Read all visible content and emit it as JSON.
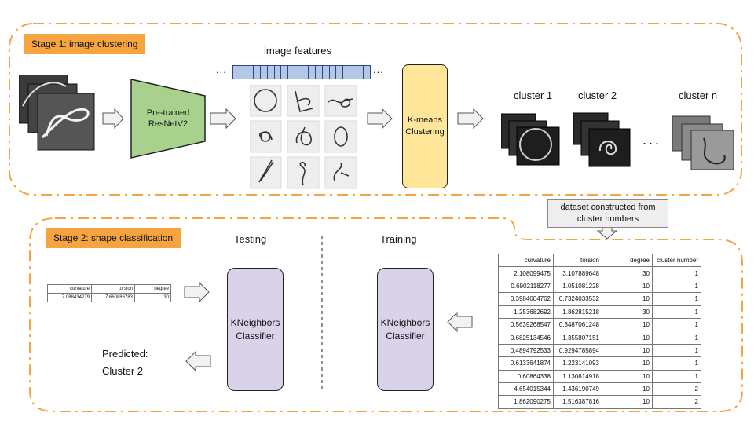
{
  "stage1": {
    "label": "Stage 1: image clustering"
  },
  "stage2": {
    "label": "Stage 2: shape classification"
  },
  "resnet": {
    "line1": "Pre-trained",
    "line2": "ResNetV2"
  },
  "features": {
    "title": "image features",
    "ellipsis": "..."
  },
  "kmeans": {
    "line1": "K-means",
    "line2": "Clustering"
  },
  "clusters": {
    "c1": "cluster 1",
    "c2": "cluster 2",
    "cn": "cluster n",
    "dots": "..."
  },
  "callout": {
    "line1": "dataset constructed from",
    "line2": "cluster numbers"
  },
  "testing": {
    "title": "Testing"
  },
  "training": {
    "title": "Training"
  },
  "knn_test": {
    "line1": "KNeighbors",
    "line2": "Classifier"
  },
  "knn_train": {
    "line1": "KNeighbors",
    "line2": "Classifier"
  },
  "predicted": {
    "line1": "Predicted:",
    "line2": "Cluster 2"
  },
  "test_table": {
    "headers": [
      "curvature",
      "torsion",
      "degree"
    ],
    "row": [
      "7.088434279",
      "7.660886783",
      "30"
    ]
  },
  "train_table": {
    "headers": [
      "curvature",
      "torsion",
      "degree",
      "cluster number"
    ],
    "rows": [
      [
        "2.108099475",
        "3.107889648",
        "30",
        "1"
      ],
      [
        "0.6902118277",
        "1.051081228",
        "10",
        "1"
      ],
      [
        "0.3984604762",
        "0.7324033532",
        "10",
        "1"
      ],
      [
        "1.253682692",
        "1.862815218",
        "30",
        "1"
      ],
      [
        "0.5639268547",
        "0.8487061248",
        "10",
        "1"
      ],
      [
        "0.6825134546",
        "1.355807151",
        "10",
        "1"
      ],
      [
        "0.4894792533",
        "0.9294785894",
        "10",
        "1"
      ],
      [
        "0.6133641874",
        "1.223141093",
        "10",
        "1"
      ],
      [
        "0.60864338",
        "1.130814918",
        "10",
        "1"
      ],
      [
        "4.654015344",
        "1.436190749",
        "10",
        "2"
      ],
      [
        "1.862090275",
        "1.516387816",
        "10",
        "2"
      ]
    ]
  },
  "colors": {
    "orange": "#f6a440",
    "green": "#a9d18e",
    "yellow": "#ffe699",
    "purple": "#d9d2e9",
    "blue": "#b4c7e7"
  }
}
